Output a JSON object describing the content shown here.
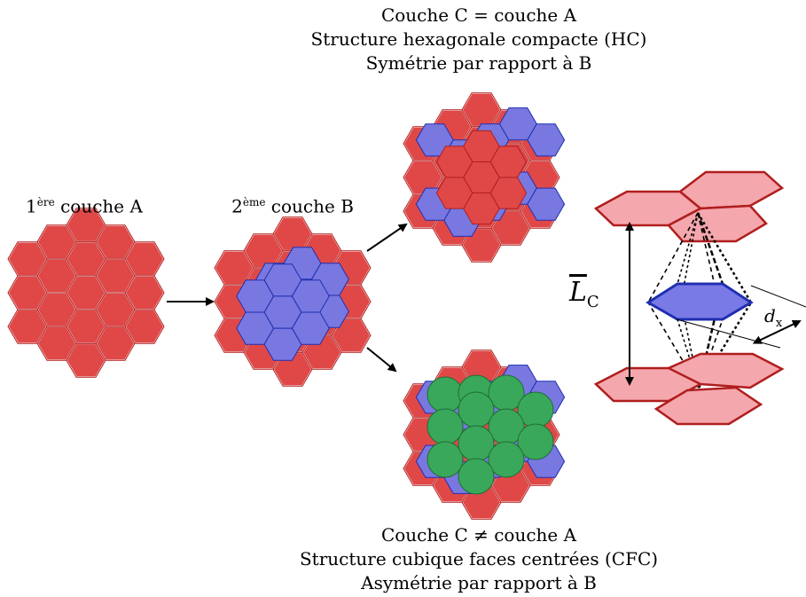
{
  "top_caption": {
    "line1": "Couche C = couche A",
    "line2": "Structure hexagonale compacte (HC)",
    "line3": "Symétrie par rapport à B"
  },
  "bottom_caption": {
    "line1": "Couche C ≠ couche A",
    "line2": "Structure cubique faces centrées (CFC)",
    "line3": "Asymétrie par rapport à B"
  },
  "layer_a": {
    "prefix": "1",
    "sup": "ère",
    "rest": " couche A"
  },
  "layer_b": {
    "prefix": "2",
    "sup": "ème",
    "rest": " couche B"
  },
  "geometry_labels": {
    "lc": "L",
    "lc_sub": "C",
    "dx": "d",
    "dx_sub": "x"
  },
  "colors": {
    "layer_a": "#e04848",
    "layer_b": "#7878e0",
    "layer_c": "#3aa85a",
    "edge_red": "#b01e1e",
    "edge_blue": "#1f2fb0",
    "pink": "#f4a7ad"
  }
}
